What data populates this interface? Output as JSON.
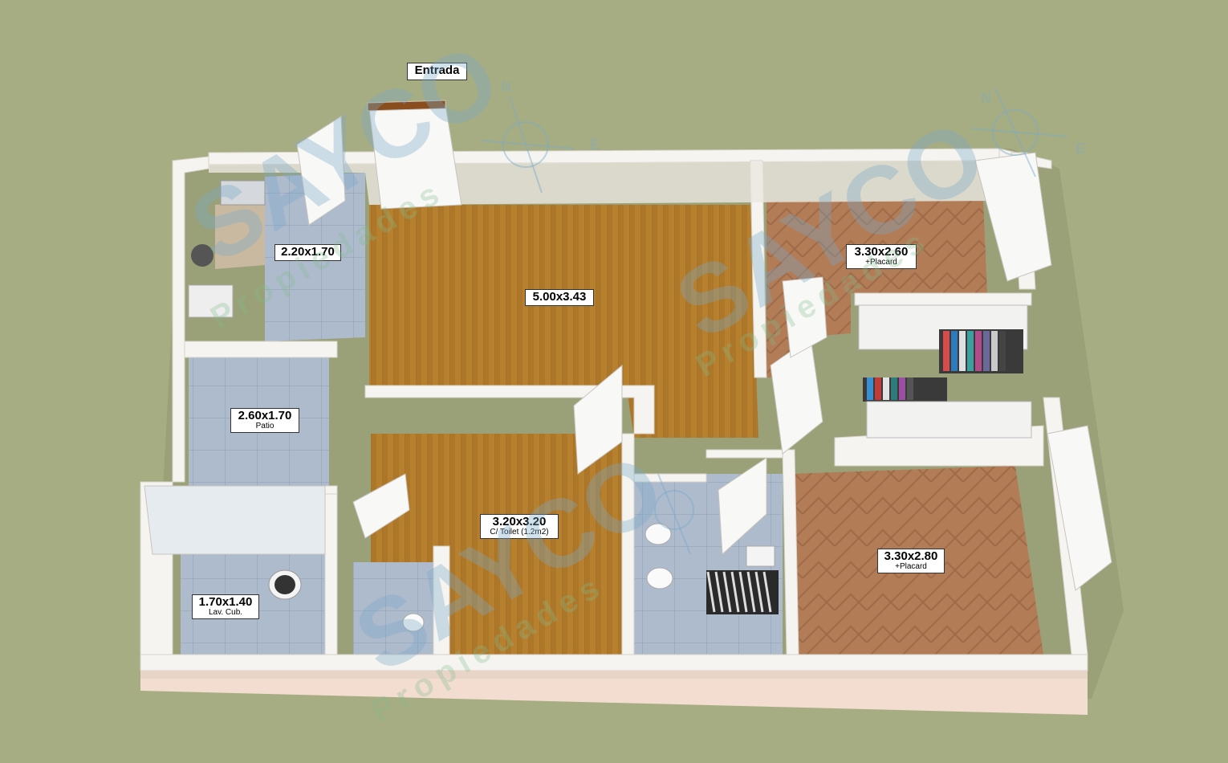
{
  "entrance_label": "Entrada",
  "rooms": [
    {
      "id": "kitchen",
      "measure": "2.20x1.70",
      "sub": ""
    },
    {
      "id": "living",
      "measure": "5.00x3.43",
      "sub": ""
    },
    {
      "id": "patio",
      "measure": "2.60x1.70",
      "sub": "Patio"
    },
    {
      "id": "laundry",
      "measure": "1.70x1.40",
      "sub": "Lav. Cub."
    },
    {
      "id": "bedroom3",
      "measure": "3.20x3.20",
      "sub": "C/ Toilet (1.2m2)"
    },
    {
      "id": "bedroom1",
      "measure": "3.30x2.60",
      "sub": "+Placard"
    },
    {
      "id": "bedroom2",
      "measure": "3.30x2.80",
      "sub": "+Placard"
    }
  ],
  "watermark": {
    "brand": "SAYCO",
    "tagline": "Propiedades",
    "compass_n": "N",
    "compass_e": "E"
  },
  "colors": {
    "background": "#a7ad83",
    "wood": "#b27a2c",
    "parquet": "#b07a55",
    "tile": "#a9b8cc",
    "wall": "#f4f2ee"
  }
}
